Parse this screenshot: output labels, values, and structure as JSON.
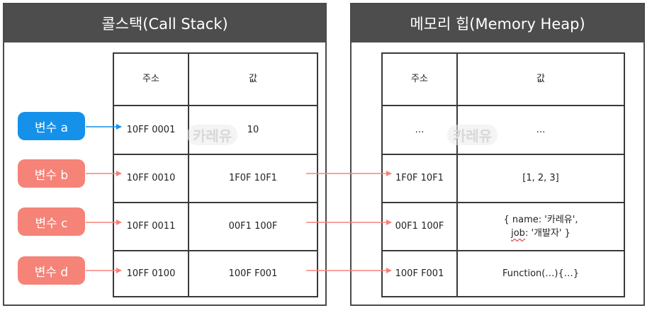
{
  "colors": {
    "header_bg": "#4d4d4d",
    "pill_active": "#1591ea",
    "pill_inactive": "#f58378",
    "arrow_active": "#1591ea",
    "arrow_inactive": "#f58378"
  },
  "watermark": "카레유",
  "stack": {
    "title": "콜스택(Call Stack)",
    "col_address": "주소",
    "col_value": "값",
    "rows": [
      {
        "variable": "변수 a",
        "address": "10FF 0001",
        "value": "10"
      },
      {
        "variable": "변수 b",
        "address": "10FF 0010",
        "value": "1F0F 10F1"
      },
      {
        "variable": "변수 c",
        "address": "10FF 0011",
        "value": "00F1 100F"
      },
      {
        "variable": "변수 d",
        "address": "10FF 0100",
        "value": "100F F001"
      }
    ]
  },
  "heap": {
    "title": "메모리 힙(Memory Heap)",
    "col_address": "주소",
    "col_value": "값",
    "rows": [
      {
        "address": "…",
        "value": "…"
      },
      {
        "address": "1F0F 10F1",
        "value": "[1, 2, 3]"
      },
      {
        "address": "00F1 100F",
        "value_line1": "{ name: '카레유',",
        "value_line2_key": "job",
        "value_line2_rest": ": '개발자' }"
      },
      {
        "address": "100F F001",
        "value": "Function(…){…}"
      }
    ]
  }
}
